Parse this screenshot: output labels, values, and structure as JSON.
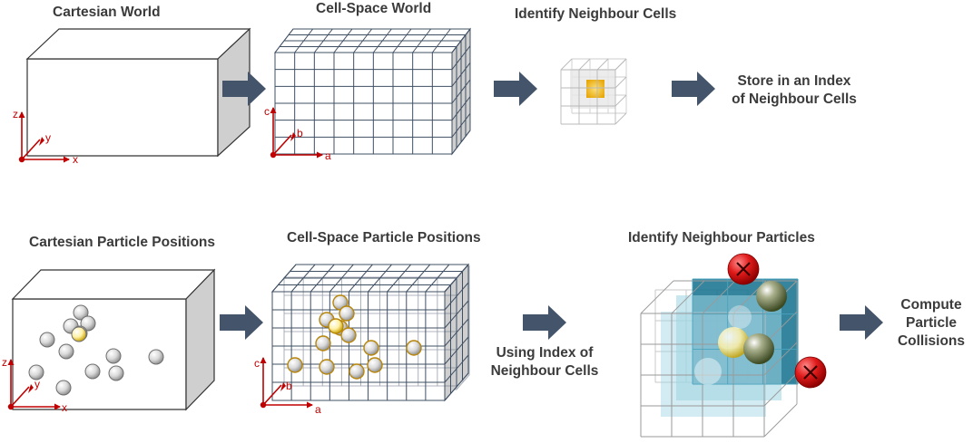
{
  "colors": {
    "arrow": "#44546a",
    "text": "#3b3b3b",
    "axis": "#c00000",
    "grid": "#3f4f63",
    "face_side": "#cfcfcf",
    "highlight_cell": "#f3c21f",
    "teal": "#1f7893",
    "light_teal": "#9dd3e2",
    "particle": "#d9d9d9",
    "particle_selected": "#fff1a6",
    "reject_marker": "#e01b1b"
  },
  "top_row": {
    "cartesian_world": "Cartesian World",
    "cell_space_world": "Cell-Space World",
    "identify_neighbour_cells": "Identify Neighbour Cells",
    "store_line1": "Store in an Index",
    "store_line2": "of Neighbour Cells"
  },
  "bottom_row": {
    "cartesian_particle_positions": "Cartesian Particle Positions",
    "cell_space_particle_positions": "Cell-Space Particle Positions",
    "identify_neighbour_particles": "Identify Neighbour Particles",
    "using_line1": "Using Index of",
    "using_line2": "Neighbour Cells",
    "compute_line1": "Compute",
    "compute_line2": "Particle",
    "compute_line3": "Collisions"
  },
  "axes": {
    "cartesian": {
      "x": "x",
      "y": "y",
      "z": "z"
    },
    "cell_space": {
      "a": "a",
      "b": "b",
      "c": "c"
    }
  },
  "icons": {
    "flow_arrow": "block-arrow-right-icon",
    "reject_marker": "red-x-circle-icon"
  }
}
